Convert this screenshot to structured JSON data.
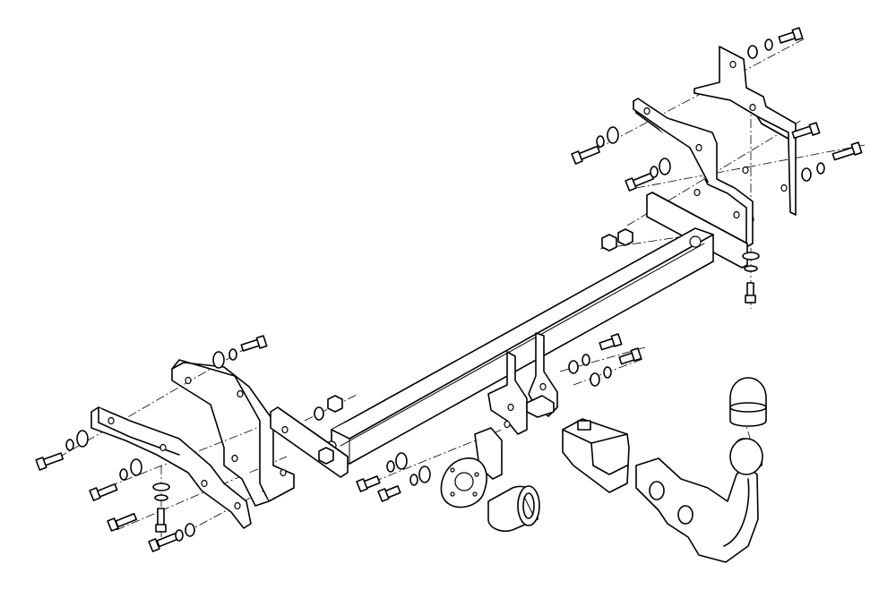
{
  "diagram": {
    "background": "#ffffff",
    "line_color": "#000000",
    "shade_color": "#dcdcdc",
    "parts": [
      "right-bracket-upper",
      "right-bracket-plate",
      "right-end-plate",
      "cross-beam",
      "left-bracket",
      "left-side-plate",
      "left-end-plate",
      "center-lug-left",
      "center-lug-right",
      "electrical-socket-plate",
      "socket-cover",
      "ball-neck-mount",
      "tow-ball-neck",
      "tow-ball-cap",
      "bolts",
      "washers",
      "nuts"
    ]
  }
}
